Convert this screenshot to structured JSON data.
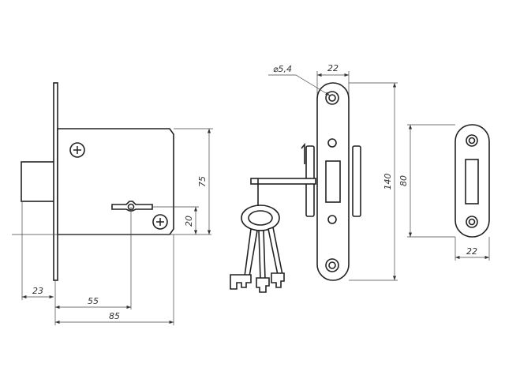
{
  "dimensions": {
    "body_height": "75",
    "keyhole_offset": "20",
    "bolt_projection": "23",
    "backset": "55",
    "body_depth": "85",
    "hole_diameter": "⌀5,4",
    "faceplate_width": "22",
    "faceplate_height": "140",
    "strike_height": "80",
    "strike_width": "22"
  },
  "colors": {
    "line": "#222222",
    "background": "#ffffff"
  }
}
